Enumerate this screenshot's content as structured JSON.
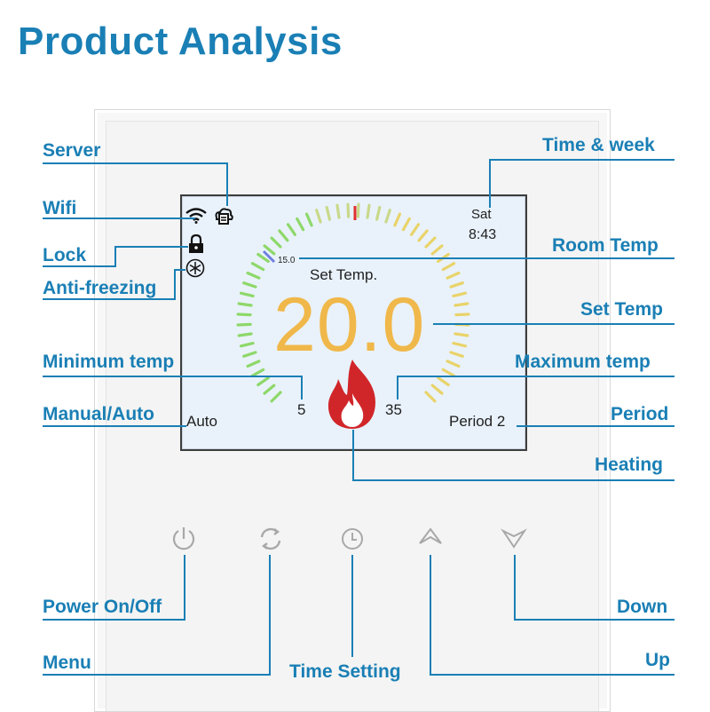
{
  "title": "Product Analysis",
  "screen": {
    "day": "Sat",
    "time": "8:43",
    "room_temp": "15.0",
    "set_temp_label": "Set Temp.",
    "set_temp_value": "20.0",
    "min_temp": "5",
    "max_temp": "35",
    "mode": "Auto",
    "period": "Period 2"
  },
  "callouts": {
    "server": "Server",
    "wifi": "Wifi",
    "lock": "Lock",
    "anti_freezing": "Anti-freezing",
    "minimum_temp": "Minimum temp",
    "manual_auto": "Manual/Auto",
    "time_week": "Time & week",
    "room_temp": "Room Temp",
    "set_temp": "Set Temp",
    "maximum_temp": "Maximum temp",
    "period": "Period",
    "heating": "Heating",
    "power": "Power On/Off",
    "menu": "Menu",
    "time_setting": "Time Setting",
    "up": "Up",
    "down": "Down"
  },
  "colors": {
    "brand_blue": "#1a7fb5",
    "set_temp_orange": "#f0b84a",
    "flame_red": "#d0262a",
    "gauge_green": "#8ed86a",
    "gauge_yellow": "#e9d36a"
  },
  "icons": [
    "wifi-icon",
    "server-icon",
    "lock-icon",
    "snowflake-icon",
    "flame-icon",
    "power-icon",
    "menu-cycle-icon",
    "clock-icon",
    "up-arrow-icon",
    "down-arrow-icon"
  ]
}
